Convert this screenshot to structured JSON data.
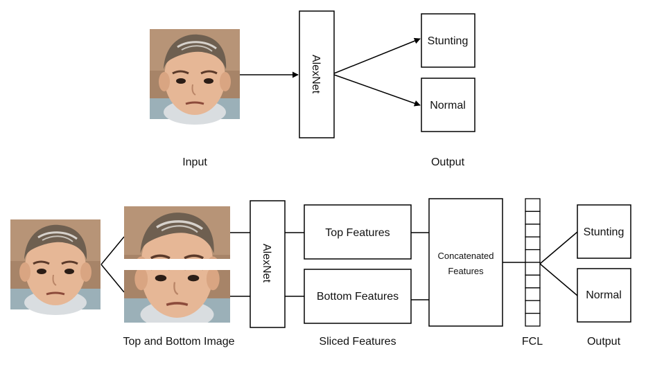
{
  "top_diagram": {
    "network_label": "AlexNet",
    "output_labels": [
      "Stunting",
      "Normal"
    ],
    "captions": {
      "input": "Input",
      "output": "Output"
    }
  },
  "bottom_diagram": {
    "network_label": "AlexNet",
    "feature_labels": [
      "Top Features",
      "Bottom Features"
    ],
    "concat_label_line1": "Concatenated",
    "concat_label_line2": "Features",
    "output_labels": [
      "Stunting",
      "Normal"
    ],
    "captions": {
      "images": "Top and Bottom Image",
      "features": "Sliced Features",
      "fcl": "FCL",
      "output": "Output"
    }
  },
  "colors": {
    "stroke": "#000000",
    "photo_background": "#b08d70",
    "skin": "#e6b796",
    "hair": "#6e5f50"
  }
}
